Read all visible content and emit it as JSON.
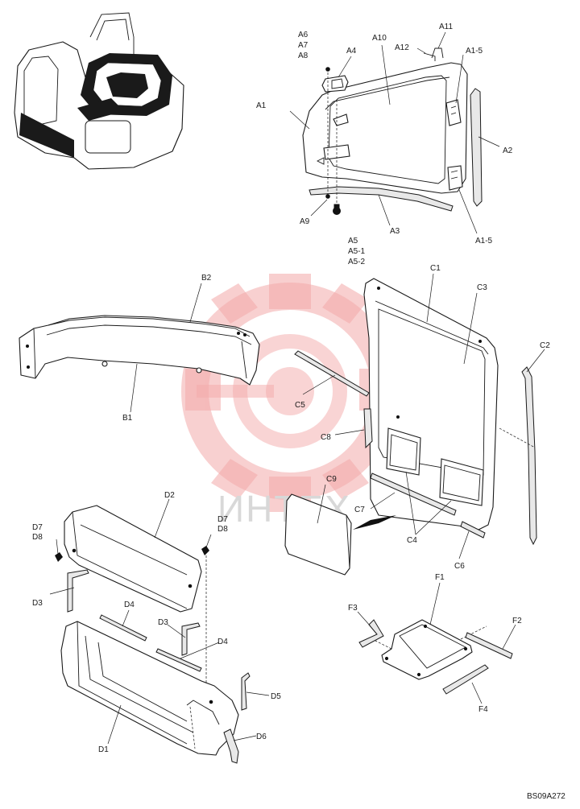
{
  "watermark": {
    "text": "ИНТЕХ",
    "color": "#f3a9a9"
  },
  "drawing_code": "BS09A272",
  "labels": {
    "A1": "A1",
    "A2": "A2",
    "A3": "A3",
    "A4": "A4",
    "A5": "A5",
    "A5_1": "A5-1",
    "A5_2": "A5-2",
    "A6": "A6",
    "A7": "A7",
    "A8": "A8",
    "A9": "A9",
    "A10": "A10",
    "A11": "A11",
    "A12": "A12",
    "A1_5": "A1-5",
    "B1": "B1",
    "B2": "B2",
    "C1": "C1",
    "C2": "C2",
    "C3": "C3",
    "C4": "C4",
    "C5": "C5",
    "C6": "C6",
    "C7": "C7",
    "C8": "C8",
    "C9": "C9",
    "D1": "D1",
    "D2": "D2",
    "D3": "D3",
    "D4": "D4",
    "D5": "D5",
    "D6": "D6",
    "D7": "D7",
    "D8": "D8",
    "F1": "F1",
    "F2": "F2",
    "F3": "F3",
    "F4": "F4"
  }
}
